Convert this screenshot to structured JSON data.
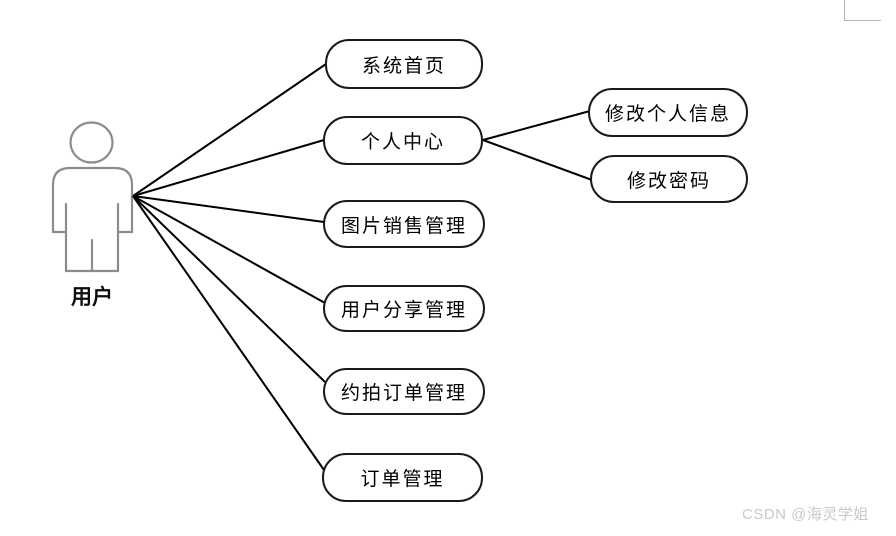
{
  "diagram": {
    "type": "use-case-diagram",
    "actor": {
      "name": "用户"
    },
    "use_cases": [
      {
        "id": "system-home",
        "label": "系统首页"
      },
      {
        "id": "personal-center",
        "label": "个人中心"
      },
      {
        "id": "edit-profile",
        "label": "修改个人信息"
      },
      {
        "id": "change-password",
        "label": "修改密码"
      },
      {
        "id": "picture-sales",
        "label": "图片销售管理"
      },
      {
        "id": "user-share",
        "label": "用户分享管理"
      },
      {
        "id": "booking-orders",
        "label": "约拍订单管理"
      },
      {
        "id": "orders",
        "label": "订单管理"
      }
    ],
    "edges": [
      {
        "from": "用户",
        "to": "系统首页"
      },
      {
        "from": "用户",
        "to": "个人中心"
      },
      {
        "from": "用户",
        "to": "图片销售管理"
      },
      {
        "from": "用户",
        "to": "用户分享管理"
      },
      {
        "from": "用户",
        "to": "约拍订单管理"
      },
      {
        "from": "用户",
        "to": "订单管理"
      },
      {
        "from": "个人中心",
        "to": "修改个人信息"
      },
      {
        "from": "个人中心",
        "to": "修改密码"
      }
    ],
    "colors": {
      "node_border": "#1a1a1a",
      "edge_line": "#000000",
      "actor_outline": "#8c8c8c",
      "corner_mark": "#b3b3b3",
      "watermark": "#c9c9c9"
    }
  },
  "watermark": {
    "text": "CSDN @海灵学姐"
  }
}
